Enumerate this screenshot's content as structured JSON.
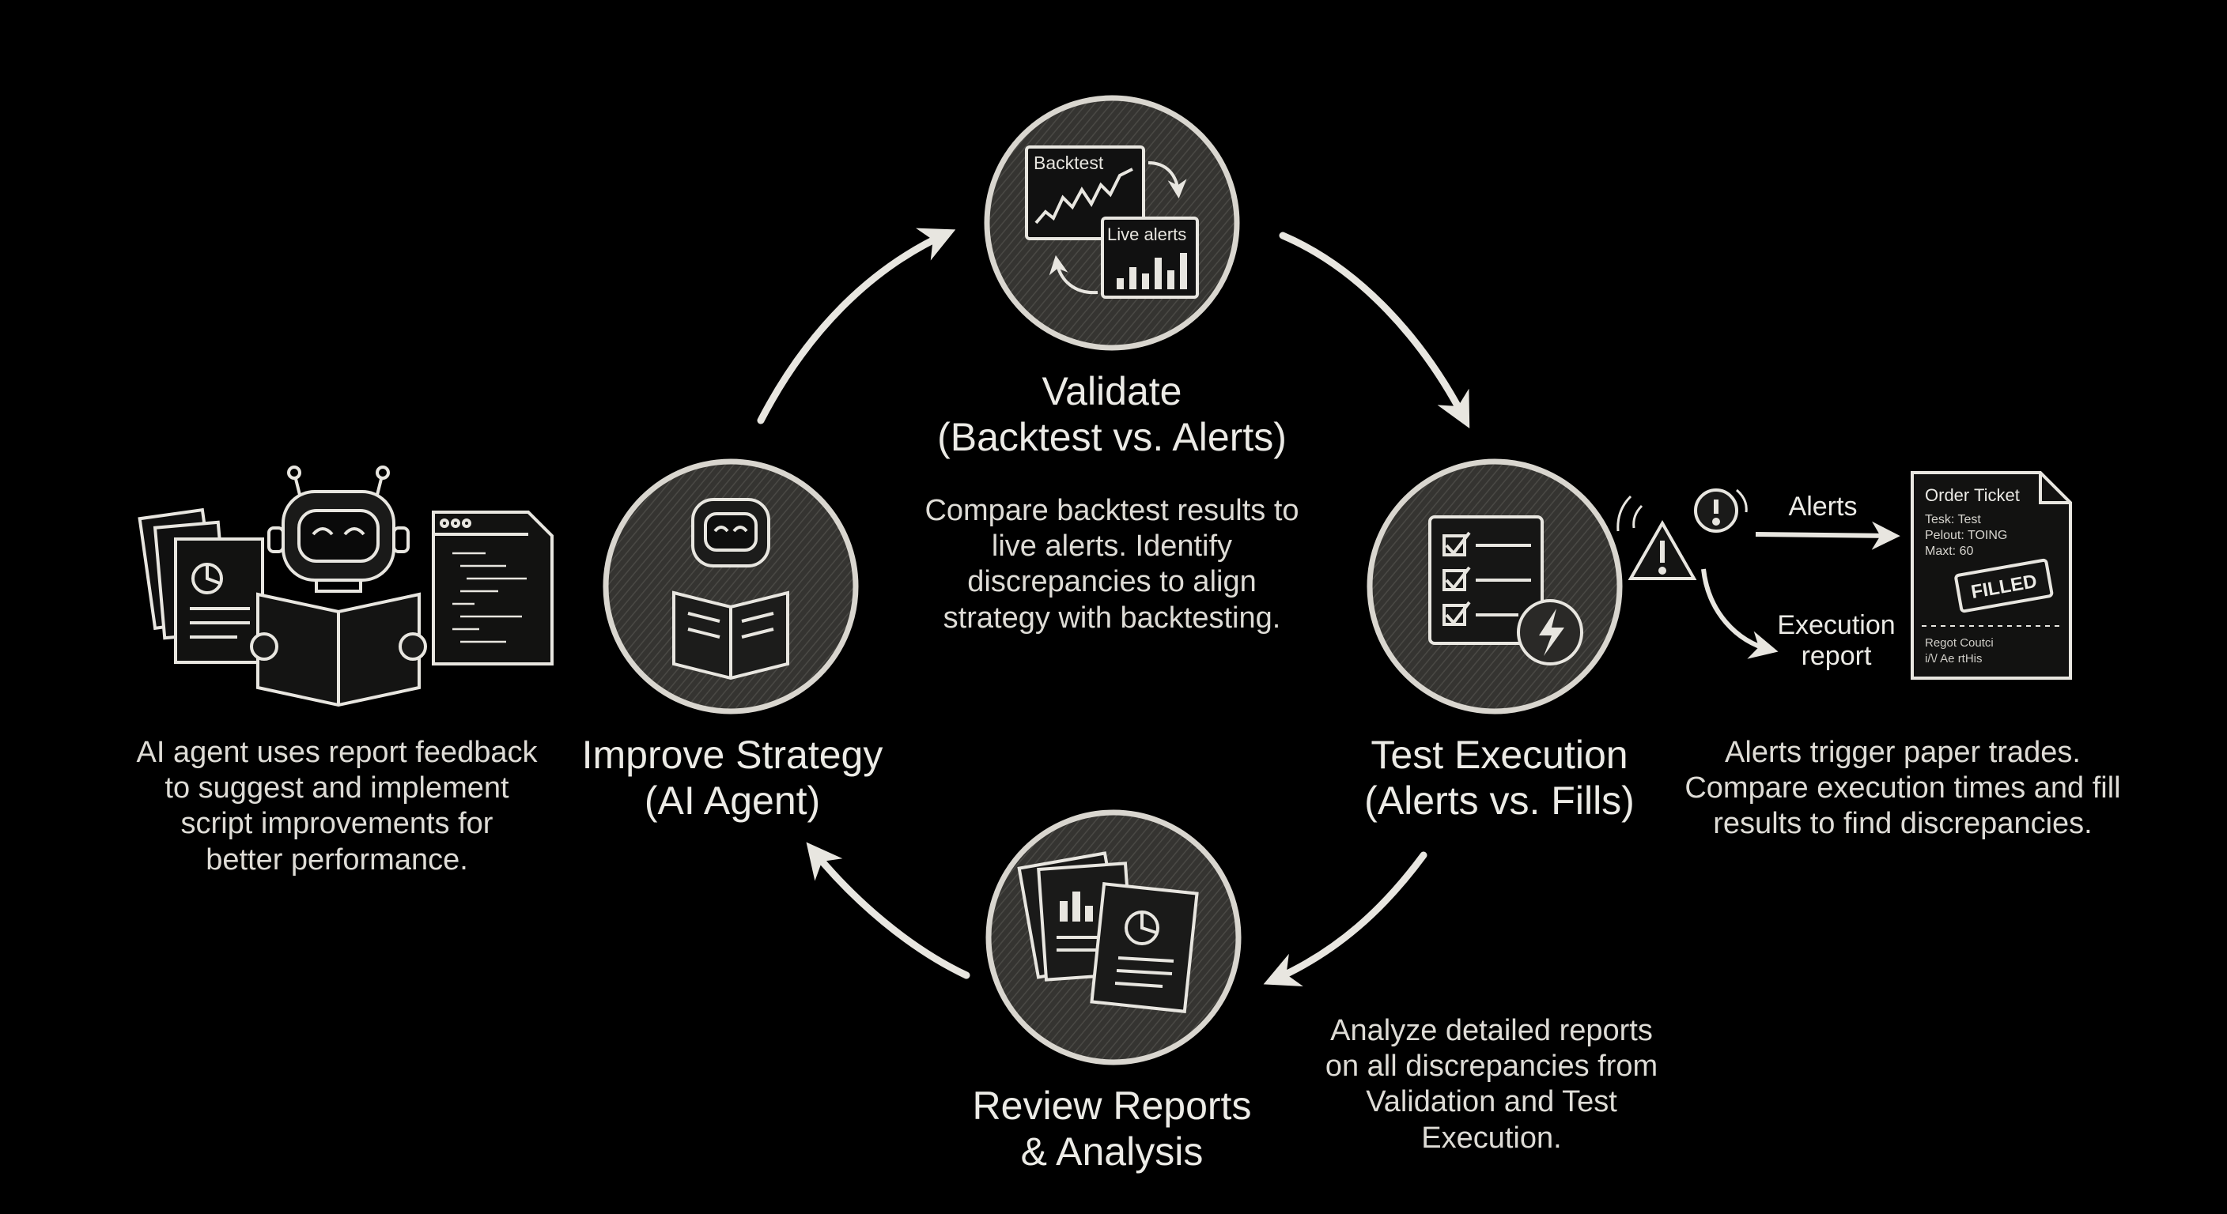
{
  "colors": {
    "background": "#000000",
    "ink": "#e8e6e0",
    "disc": "#3a3936",
    "disc_ring": "#d9d6cf"
  },
  "nodes": {
    "validate": {
      "icon": "backtest-vs-live-alerts-icon",
      "title_lines": [
        "Validate",
        "(Backtest vs. Alerts)"
      ],
      "desc_lines": [
        "Compare backtest results to",
        "live alerts. Identify",
        "discrepancies to align",
        "strategy with backtesting."
      ],
      "backtest_label": "Backtest",
      "live_alerts_label": "Live alerts"
    },
    "test_execution": {
      "icon": "checklist-lightning-icon",
      "title_lines": [
        "Test Execution",
        "(Alerts vs. Fills)"
      ],
      "desc_lines": [
        "Alerts trigger paper trades.",
        "Compare execution times and fill",
        "results to find discrepancies."
      ]
    },
    "review": {
      "icon": "documents-charts-icon",
      "title_lines": [
        "Review Reports",
        "& Analysis"
      ],
      "desc_lines": [
        "Analyze detailed reports",
        "on all discrepancies from",
        "Validation and Test",
        "Execution."
      ]
    },
    "improve": {
      "icon": "robot-reading-icon",
      "title_lines": [
        "Improve Strategy",
        "(AI Agent)"
      ],
      "desc_lines": [
        "AI agent uses report feedback",
        "to suggest and implement",
        "script improvements for",
        "better performance."
      ]
    }
  },
  "execution_detail": {
    "alerts_label": "Alerts",
    "execution_report_lines": [
      "Execution",
      "report"
    ],
    "order_ticket": {
      "title": "Order Ticket",
      "lines": [
        "Tesk: Test",
        "Pelout: TOING",
        "Maxt: 60"
      ],
      "stamp": "FILLED",
      "footer_lines": [
        "Regot Coutci",
        "i/\\/ Ae rtHis"
      ]
    }
  }
}
